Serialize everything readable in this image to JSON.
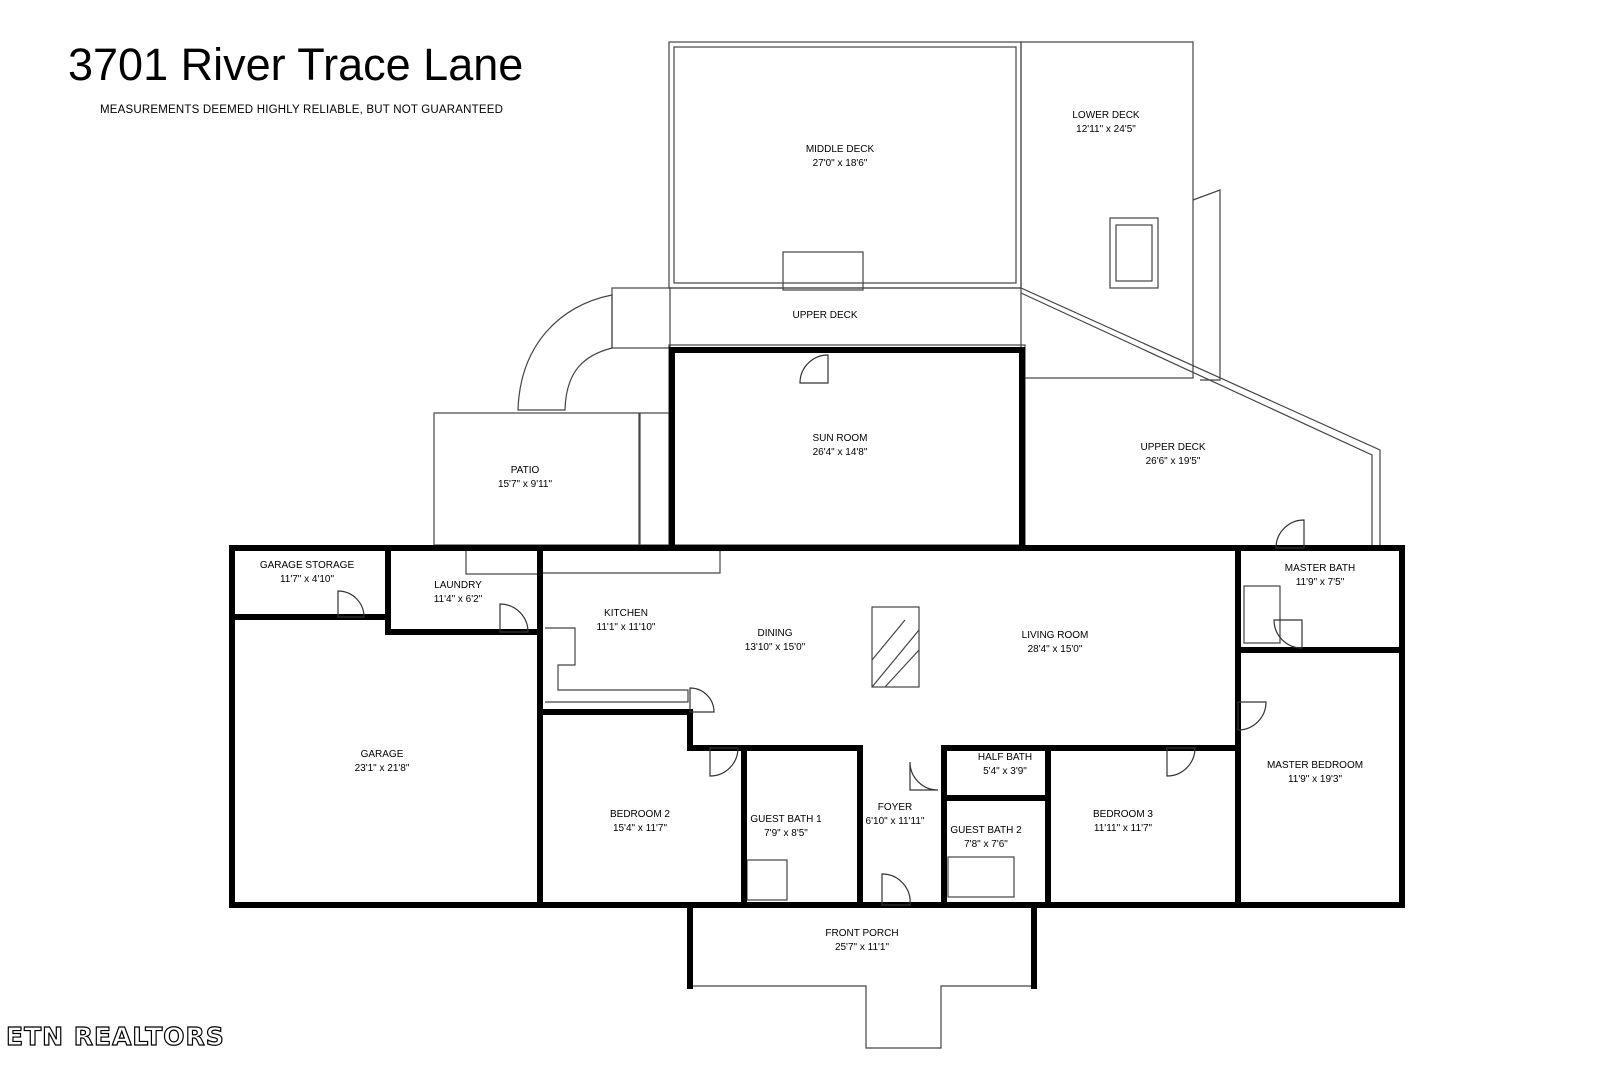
{
  "header": {
    "title": "3701 River Trace Lane",
    "subtitle": "MEASUREMENTS DEEMED HIGHLY RELIABLE, BUT NOT GUARANTEED"
  },
  "brand": {
    "logo": "ETN REALTORS"
  },
  "colors": {
    "wall": "#000000",
    "line": "#333333",
    "background": "#ffffff"
  },
  "rooms": [
    {
      "key": "middle_deck",
      "name": "MIDDLE DECK",
      "dims": "27'0\" x 18'6\""
    },
    {
      "key": "lower_deck",
      "name": "LOWER DECK",
      "dims": "12'11\" x 24'5\""
    },
    {
      "key": "upper_deck_top",
      "name": "UPPER DECK",
      "dims": ""
    },
    {
      "key": "sun_room",
      "name": "SUN ROOM",
      "dims": "26'4\" x 14'8\""
    },
    {
      "key": "upper_deck",
      "name": "UPPER DECK",
      "dims": "26'6\" x 19'5\""
    },
    {
      "key": "patio",
      "name": "PATIO",
      "dims": "15'7\" x 9'11\""
    },
    {
      "key": "garage_storage",
      "name": "GARAGE STORAGE",
      "dims": "11'7\" x 4'10\""
    },
    {
      "key": "laundry",
      "name": "LAUNDRY",
      "dims": "11'4\" x 6'2\""
    },
    {
      "key": "kitchen",
      "name": "KITCHEN",
      "dims": "11'1\" x 11'10\""
    },
    {
      "key": "dining",
      "name": "DINING",
      "dims": "13'10\" x 15'0\""
    },
    {
      "key": "living_room",
      "name": "LIVING ROOM",
      "dims": "28'4\" x 15'0\""
    },
    {
      "key": "master_bath",
      "name": "MASTER BATH",
      "dims": "11'9\" x 7'5\""
    },
    {
      "key": "garage",
      "name": "GARAGE",
      "dims": "23'1\" x 21'8\""
    },
    {
      "key": "master_bedroom",
      "name": "MASTER BEDROOM",
      "dims": "11'9\" x 19'3\""
    },
    {
      "key": "half_bath",
      "name": "HALF BATH",
      "dims": "5'4\" x 3'9\""
    },
    {
      "key": "bedroom_2",
      "name": "BEDROOM 2",
      "dims": "15'4\" x 11'7\""
    },
    {
      "key": "guest_bath_1",
      "name": "GUEST BATH 1",
      "dims": "7'9\" x 8'5\""
    },
    {
      "key": "foyer",
      "name": "FOYER",
      "dims": "6'10\" x 11'11\""
    },
    {
      "key": "guest_bath_2",
      "name": "GUEST BATH 2",
      "dims": "7'8\" x 7'6\""
    },
    {
      "key": "bedroom_3",
      "name": "BEDROOM 3",
      "dims": "11'11\" x 11'7\""
    },
    {
      "key": "front_porch",
      "name": "FRONT PORCH",
      "dims": "25'7\" x 11'1\""
    }
  ]
}
